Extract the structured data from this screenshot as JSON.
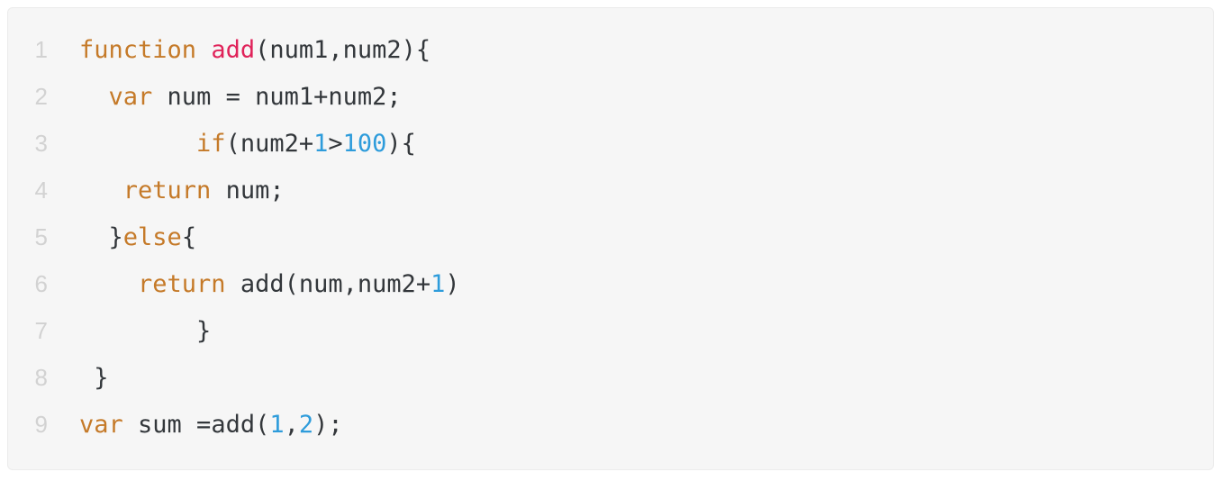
{
  "colors": {
    "page_bg": "#ffffff",
    "panel_bg": "#f6f6f6",
    "panel_border": "#ececec",
    "keyword": "#c57a29",
    "function_name": "#e0235a",
    "number": "#2e9cdb",
    "plain": "#33373b",
    "line_number": "#d2d2d2"
  },
  "code": {
    "language": "javascript",
    "lines": [
      {
        "num": "1",
        "tokens": [
          {
            "c": "keyword",
            "t": "function"
          },
          {
            "c": "plain",
            "t": " "
          },
          {
            "c": "function_name",
            "t": "add"
          },
          {
            "c": "plain",
            "t": "(num1,num2){"
          }
        ]
      },
      {
        "num": "2",
        "tokens": [
          {
            "c": "plain",
            "t": "  "
          },
          {
            "c": "keyword",
            "t": "var"
          },
          {
            "c": "plain",
            "t": " num = num1+num2;"
          }
        ]
      },
      {
        "num": "3",
        "tokens": [
          {
            "c": "plain",
            "t": "        "
          },
          {
            "c": "keyword",
            "t": "if"
          },
          {
            "c": "plain",
            "t": "(num2+"
          },
          {
            "c": "number",
            "t": "1"
          },
          {
            "c": "plain",
            "t": ">"
          },
          {
            "c": "number",
            "t": "100"
          },
          {
            "c": "plain",
            "t": "){"
          }
        ]
      },
      {
        "num": "4",
        "tokens": [
          {
            "c": "plain",
            "t": "   "
          },
          {
            "c": "keyword",
            "t": "return"
          },
          {
            "c": "plain",
            "t": " num;"
          }
        ]
      },
      {
        "num": "5",
        "tokens": [
          {
            "c": "plain",
            "t": "  }"
          },
          {
            "c": "keyword",
            "t": "else"
          },
          {
            "c": "plain",
            "t": "{"
          }
        ]
      },
      {
        "num": "6",
        "tokens": [
          {
            "c": "plain",
            "t": "    "
          },
          {
            "c": "keyword",
            "t": "return"
          },
          {
            "c": "plain",
            "t": " add(num,num2+"
          },
          {
            "c": "number",
            "t": "1"
          },
          {
            "c": "plain",
            "t": ")"
          }
        ]
      },
      {
        "num": "7",
        "tokens": [
          {
            "c": "plain",
            "t": "        }"
          }
        ]
      },
      {
        "num": "8",
        "tokens": [
          {
            "c": "plain",
            "t": " }"
          }
        ]
      },
      {
        "num": "9",
        "tokens": [
          {
            "c": "keyword",
            "t": "var"
          },
          {
            "c": "plain",
            "t": " sum =add("
          },
          {
            "c": "number",
            "t": "1"
          },
          {
            "c": "plain",
            "t": ","
          },
          {
            "c": "number",
            "t": "2"
          },
          {
            "c": "plain",
            "t": ");"
          }
        ]
      }
    ]
  }
}
